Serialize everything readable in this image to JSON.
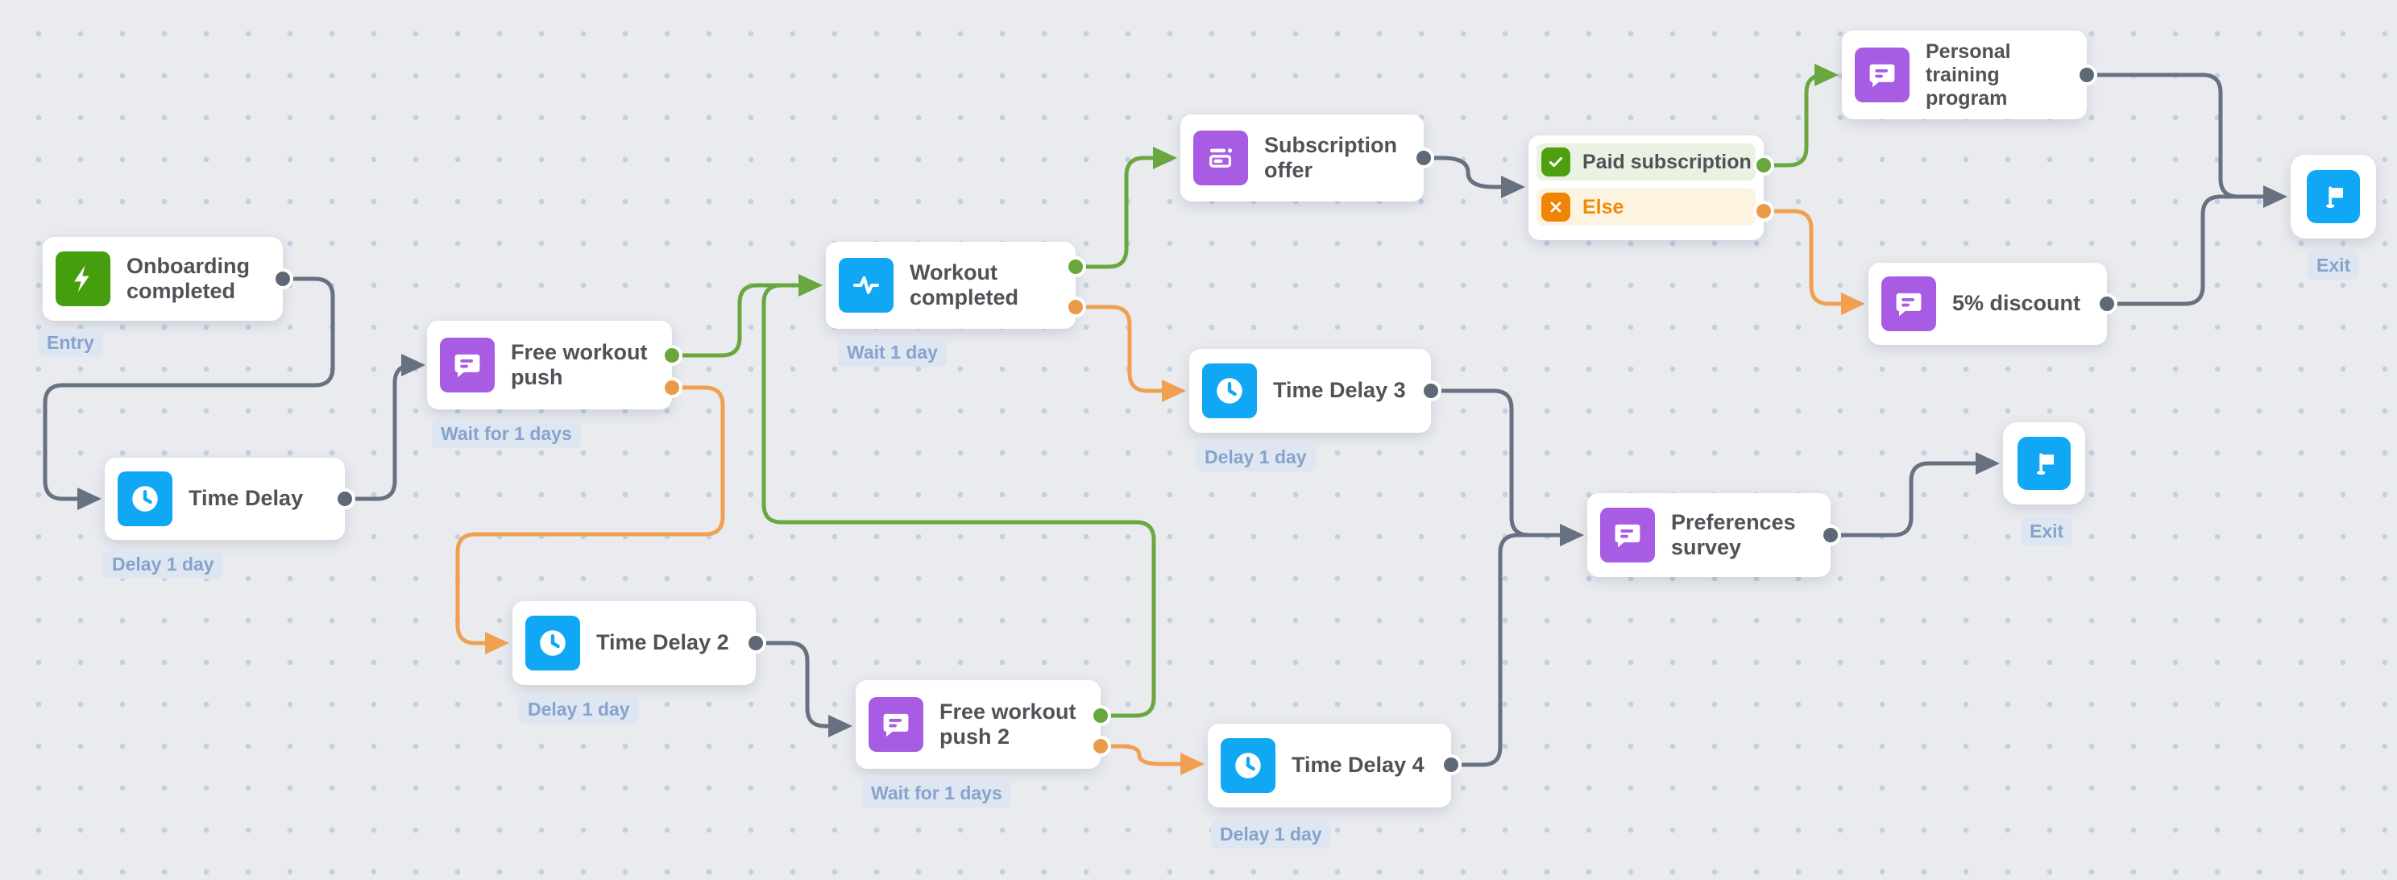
{
  "palette": {
    "bg": "#e9ebef",
    "dot": "#c2cfe4",
    "node_bg": "#ffffff",
    "title": "#4f5357",
    "badge_bg": "#dee6f1",
    "badge_text": "#87a3cd",
    "edge_gray": "#67717f",
    "edge_green": "#6aa740",
    "edge_orange": "#f0a050",
    "icon_green": "#459e0d",
    "icon_blue": "#10a8f4",
    "icon_purple": "#a85ce3",
    "check_green": "#4e9f10",
    "x_orange": "#ef8504",
    "row_green": "#eaf3e3",
    "row_cream": "#fdf3e1",
    "else_text": "#ef8b0c"
  },
  "nodes": {
    "onboarding": {
      "label": "Onboarding completed",
      "badge": "Entry"
    },
    "time_delay": {
      "label": "Time Delay",
      "badge": "Delay 1 day"
    },
    "free_workout_push": {
      "label": "Free workout push",
      "badge": "Wait for 1 days"
    },
    "workout_completed": {
      "label": "Workout completed",
      "badge": "Wait 1 day"
    },
    "subscription_offer": {
      "label": "Subscription offer"
    },
    "condition": {
      "paid": "Paid subscription",
      "else": "Else"
    },
    "personal_training_program": {
      "label": "Personal training program"
    },
    "discount": {
      "label": "5% discount"
    },
    "exit_top": {
      "badge": "Exit"
    },
    "time_delay_3": {
      "label": "Time Delay 3",
      "badge": "Delay 1 day"
    },
    "preferences_survey": {
      "label": "Preferences survey"
    },
    "exit_bottom": {
      "badge": "Exit"
    },
    "time_delay_2": {
      "label": "Time Delay 2",
      "badge": "Delay 1 day"
    },
    "free_workout_push_2": {
      "label": "Free workout push 2",
      "badge": "Wait for 1 days"
    },
    "time_delay_4": {
      "label": "Time Delay 4",
      "badge": "Delay 1 day"
    }
  }
}
